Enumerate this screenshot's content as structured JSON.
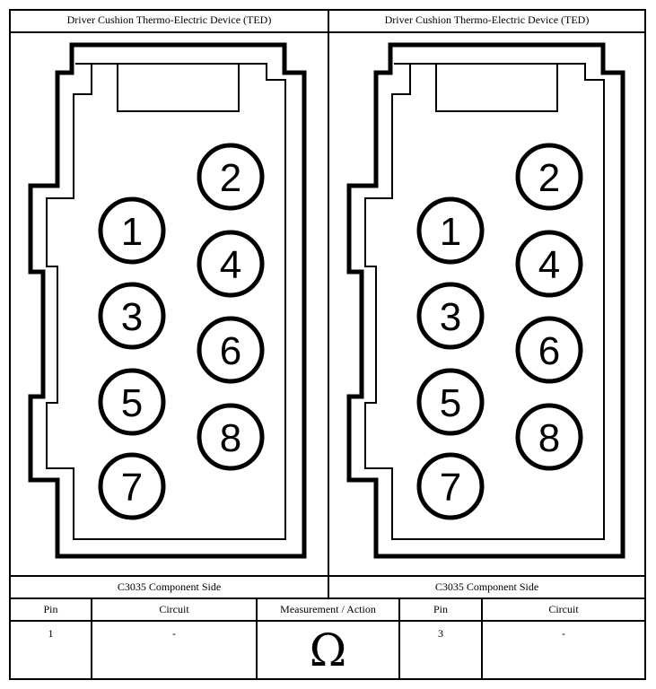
{
  "panels": [
    {
      "title": "Driver Cushion Thermo-Electric Device (TED)",
      "caption": "C3035 Component Side",
      "pins": [
        "1",
        "2",
        "3",
        "4",
        "5",
        "6",
        "7",
        "8"
      ]
    },
    {
      "title": "Driver Cushion Thermo-Electric Device (TED)",
      "caption": "C3035 Component Side",
      "pins": [
        "1",
        "2",
        "3",
        "4",
        "5",
        "6",
        "7",
        "8"
      ]
    }
  ],
  "table": {
    "headers": [
      "Pin",
      "Circuit",
      "Measurement / Action",
      "Pin",
      "Circuit"
    ],
    "row": {
      "pin_a": "1",
      "circuit_a": "-",
      "measurement_symbol": "Ω",
      "pin_b": "3",
      "circuit_b": "-"
    }
  }
}
